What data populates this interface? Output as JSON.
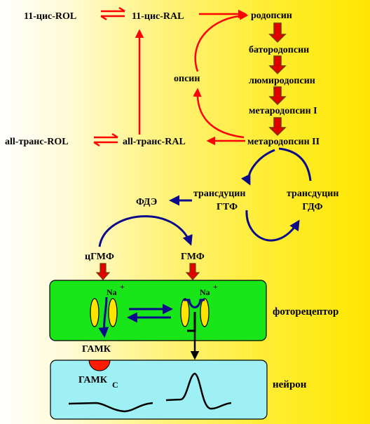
{
  "nodes": {
    "cis_rol": "11-цис-ROL",
    "cis_ral": "11-цис-RAL",
    "rhodopsin": "родопсин",
    "bathorhodopsin": "батородопсин",
    "lumirhodopsin": "люмиродопсин",
    "metarhodopsin1": "метародопсин I",
    "metarhodopsin2": "метародопсин II",
    "opsin": "опсин",
    "trans_rol": "all-транс-ROL",
    "trans_ral": "all-транс-RAL",
    "transducin_gtp_line1": "трансдуцин",
    "transducin_gtp_line2": "ГТФ",
    "transducin_gdp_line1": "трансдуцин",
    "transducin_gdp_line2": "ГДФ",
    "pde": "ФДЭ",
    "cgmp": "цГМФ",
    "gmp": "ГМФ"
  },
  "photoreceptor": {
    "label": "фоторецептор",
    "na_left": "Na",
    "na_right": "Na",
    "plus_left": "+",
    "plus_right": "+",
    "gaba": "ГАМК"
  },
  "neuron": {
    "label": "нейрон",
    "gaba_c": "ГАМК",
    "gaba_c_sub": "С"
  },
  "colors": {
    "red_arrow": "#ff0000",
    "block_arrow": "#e00000",
    "block_arrow_border": "#7a3a00",
    "blue_arrow": "#0a0a8a",
    "photoreceptor_fill": "#19e619",
    "neuron_fill": "#9ff0f5",
    "channel_fill": "#ffe400"
  }
}
